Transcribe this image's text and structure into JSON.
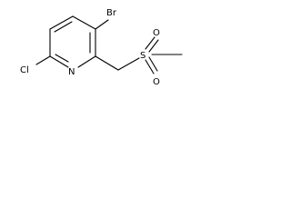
{
  "molecule": {
    "atoms": {
      "br": "Br",
      "cl": "Cl",
      "n": "N",
      "s": "S",
      "o_top": "O",
      "o_bottom": "O"
    }
  }
}
